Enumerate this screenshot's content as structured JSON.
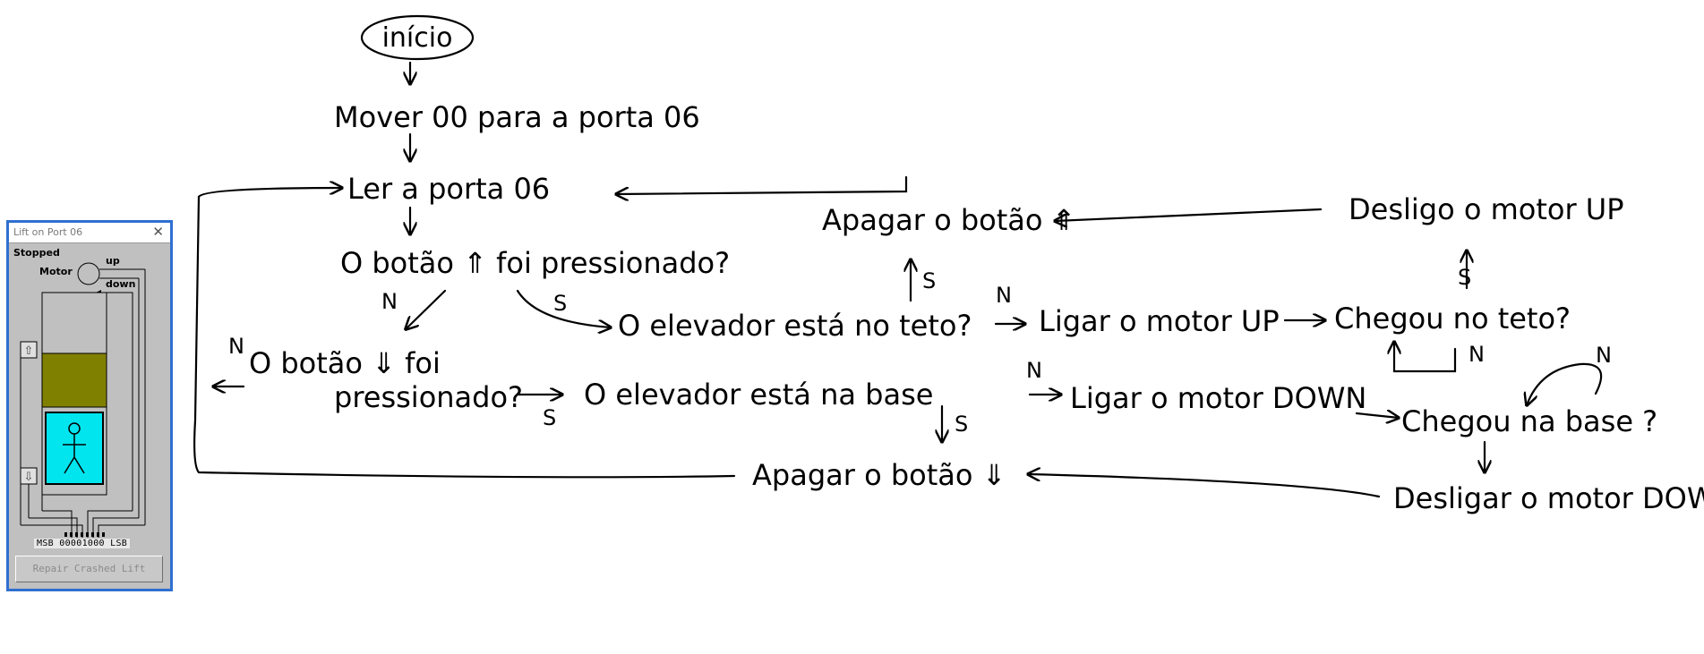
{
  "flowchart": {
    "start": "início",
    "step_move": "Mover 00 para a porta 06",
    "step_read": "Ler a porta 06",
    "q_up_pressed": "O botão ⇑ foi pressionado?",
    "q_down_pressed_line1": "O botão ⇓ foi",
    "q_down_pressed_line2": "pressionado?",
    "q_at_top": "O elevador está no teto?",
    "q_at_base": "O elevador está na base",
    "act_motor_up": "Ligar o motor UP",
    "act_motor_down": "Ligar o motor DOWN",
    "q_reached_top": "Chegou no teto?",
    "q_reached_base": "Chegou na base ?",
    "act_off_up": "Desligo o motor UP",
    "act_off_down": "Desligar o motor DOWN",
    "act_clear_up": "Apagar o botão ⇑",
    "act_clear_down": "Apagar o botão ⇓",
    "yes": "S",
    "no": "N"
  },
  "lift_window": {
    "title": "Lift on Port 06",
    "close_glyph": "✕",
    "status": "Stopped",
    "motor_label": "Motor",
    "up_label": "up",
    "down_label": "down",
    "up_button_glyph": "⇧",
    "down_button_glyph": "⇩",
    "register": "MSB 00001000 LSB",
    "repair_button": "Repair Crashed Lift"
  },
  "colors": {
    "ink": "#000000",
    "window_border": "#2f6fd0",
    "window_bg": "#c0c0c0",
    "shaft_fill": "#808000",
    "car_fill": "#00e5ee"
  }
}
